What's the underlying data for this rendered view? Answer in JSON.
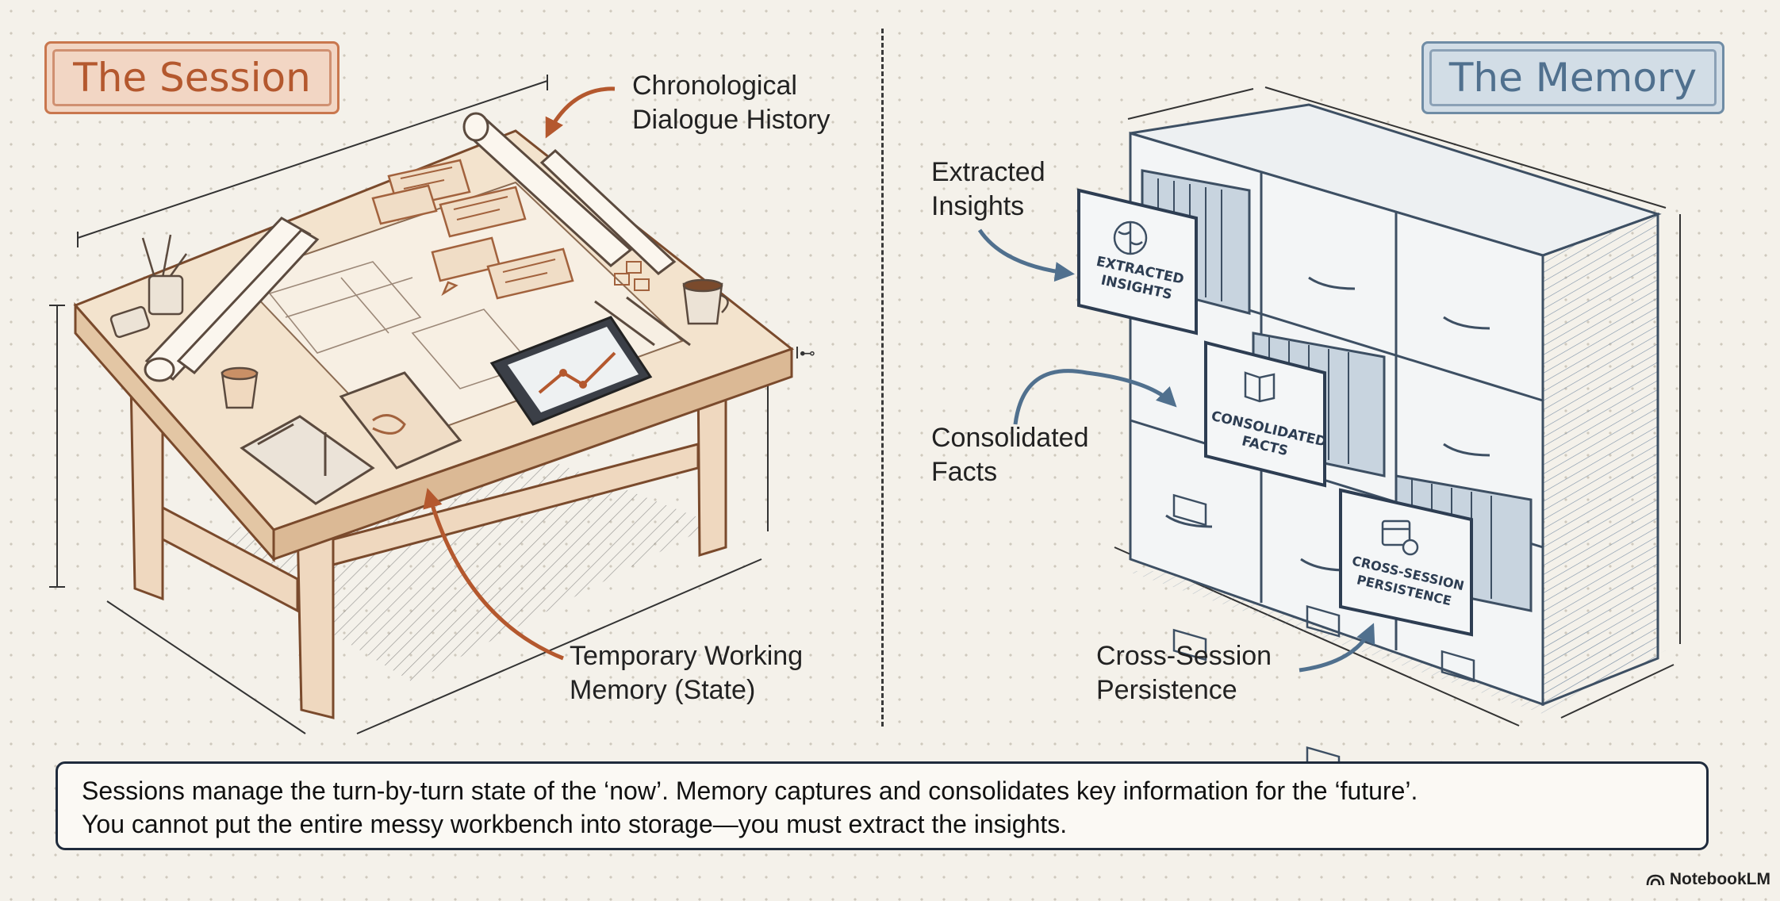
{
  "session": {
    "title": "The Session",
    "callouts": {
      "dialogue": [
        "Chronological",
        "Dialogue History"
      ],
      "working_memory": [
        "Temporary Working",
        "Memory (State)"
      ]
    }
  },
  "memory": {
    "title": "The Memory",
    "callouts": {
      "insights": [
        "Extracted",
        "Insights"
      ],
      "facts": [
        "Consolidated",
        "Facts"
      ],
      "persistence": [
        "Cross-Session",
        "Persistence"
      ]
    },
    "drawer_labels": {
      "insights": [
        "EXTRACTED",
        "INSIGHTS"
      ],
      "facts": [
        "CONSOLIDATED",
        "FACTS"
      ],
      "persistence": [
        "CROSS-SESSION",
        "PERSISTENCE"
      ]
    }
  },
  "summary": {
    "line1": "Sessions manage the turn-by-turn state of the ‘now’. Memory captures and consolidates key information for the ‘future’.",
    "line2": "You cannot put the entire messy workbench into storage—you must extract the insights."
  },
  "brand": "NotebookLM",
  "colors": {
    "session_accent": "#c9774e",
    "memory_accent": "#6f8ca5",
    "ink": "#1f2b3c"
  }
}
